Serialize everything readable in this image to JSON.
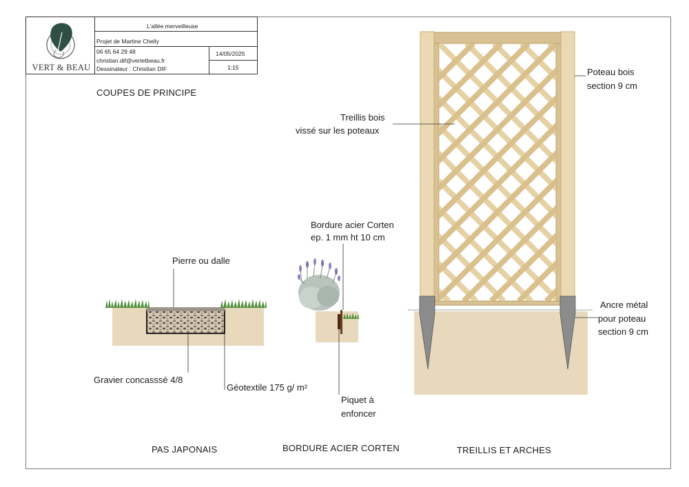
{
  "cartouche": {
    "brand": "VERT & BEAU",
    "title": "L'allée merveilleuse",
    "project": "Projet de  Martine Chelly",
    "phone": "06 65 64 29 48",
    "email": "christian.dif@vertetbeau.fr",
    "designer": "Dessinateur : Christian DIF",
    "date": "14/05/2025",
    "scale": "1:15"
  },
  "sheet_title": "COUPES DE PRINCIPE",
  "sections": {
    "pas_japonais": {
      "caption": "PAS JAPONAIS",
      "labels": {
        "stone": "Pierre ou dalle",
        "gravel": "Gravier concasssé 4/8",
        "geotextile": "Géotextile 175 g/ m²"
      }
    },
    "bordure": {
      "caption": "BORDURE ACIER CORTEN",
      "labels": {
        "edge_line1": "Bordure acier Corten",
        "edge_line2": "ep. 1 mm ht 10 cm",
        "stake_line1": "Piquet à",
        "stake_line2": "enfoncer"
      }
    },
    "treillis": {
      "caption": "TREILLIS ET ARCHES",
      "labels": {
        "trellis_line1": "Treillis bois",
        "trellis_line2": "vissé sur les poteaux",
        "post_line1": "Poteau bois",
        "post_line2": "section 9 cm",
        "anchor_line1": "Ancre métal",
        "anchor_line2": "pour poteau",
        "anchor_line3": "section 9 cm"
      }
    }
  },
  "colors": {
    "soil": "#e8d9bd",
    "wood": "#ead9b2",
    "wood_dark": "#c9ad78",
    "grass": "#4f8f3a",
    "metal": "#8c8c8c",
    "corten": "#6b3d1f",
    "lavender": "#8a7fc6"
  }
}
